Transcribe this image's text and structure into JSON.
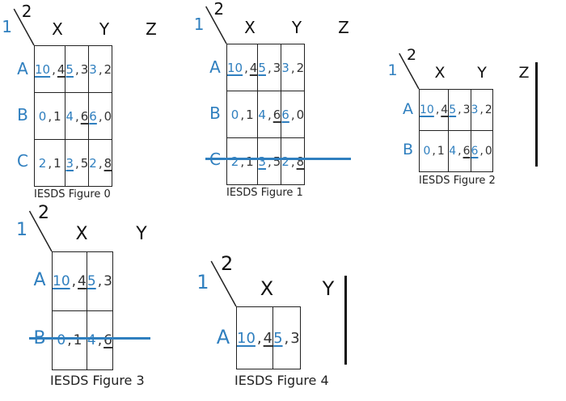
{
  "player1_label": "1",
  "player2_label": "2",
  "figures": [
    {
      "caption": "IESDS Figure 0",
      "cols": [
        "X",
        "Y",
        "Z"
      ],
      "rows": [
        "A",
        "B",
        "C"
      ],
      "cells": [
        [
          {
            "p1": "10",
            "p2": "4",
            "u1": true,
            "u2": true
          },
          {
            "p1": "5",
            "p2": "3",
            "u1": true,
            "u2": false
          },
          {
            "p1": "3",
            "p2": "2",
            "u1": false,
            "u2": false
          }
        ],
        [
          {
            "p1": "0",
            "p2": "1",
            "u1": false,
            "u2": false
          },
          {
            "p1": "4",
            "p2": "6",
            "u1": false,
            "u2": true
          },
          {
            "p1": "6",
            "p2": "0",
            "u1": true,
            "u2": false
          }
        ],
        [
          {
            "p1": "2",
            "p2": "1",
            "u1": false,
            "u2": false
          },
          {
            "p1": "3",
            "p2": "5",
            "u1": true,
            "u2": false
          },
          {
            "p1": "2",
            "p2": "8",
            "u1": false,
            "u2": true
          }
        ]
      ]
    },
    {
      "caption": "IESDS Figure 1",
      "cols": [
        "X",
        "Y",
        "Z"
      ],
      "rows": [
        "A",
        "B",
        "C"
      ],
      "cells": [
        [
          {
            "p1": "10",
            "p2": "4",
            "u1": true,
            "u2": true
          },
          {
            "p1": "5",
            "p2": "3",
            "u1": true,
            "u2": false
          },
          {
            "p1": "3",
            "p2": "2",
            "u1": false,
            "u2": false
          }
        ],
        [
          {
            "p1": "0",
            "p2": "1",
            "u1": false,
            "u2": false
          },
          {
            "p1": "4",
            "p2": "6",
            "u1": false,
            "u2": true
          },
          {
            "p1": "6",
            "p2": "0",
            "u1": true,
            "u2": false
          }
        ],
        [
          {
            "p1": "2",
            "p2": "1",
            "u1": false,
            "u2": false
          },
          {
            "p1": "3",
            "p2": "5",
            "u1": true,
            "u2": false
          },
          {
            "p1": "2",
            "p2": "8",
            "u1": false,
            "u2": true
          }
        ]
      ],
      "struck_row": "C"
    },
    {
      "caption": "IESDS Figure 2",
      "cols": [
        "X",
        "Y",
        "Z"
      ],
      "rows": [
        "A",
        "B"
      ],
      "cells": [
        [
          {
            "p1": "10",
            "p2": "4",
            "u1": true,
            "u2": true
          },
          {
            "p1": "5",
            "p2": "3",
            "u1": true,
            "u2": false
          },
          {
            "p1": "3",
            "p2": "2",
            "u1": false,
            "u2": false
          }
        ],
        [
          {
            "p1": "0",
            "p2": "1",
            "u1": false,
            "u2": false
          },
          {
            "p1": "4",
            "p2": "6",
            "u1": false,
            "u2": true
          },
          {
            "p1": "6",
            "p2": "0",
            "u1": true,
            "u2": false
          }
        ]
      ],
      "struck_col": "Z"
    },
    {
      "caption": "IESDS Figure 3",
      "cols": [
        "X",
        "Y"
      ],
      "rows": [
        "A",
        "B"
      ],
      "cells": [
        [
          {
            "p1": "10",
            "p2": "4",
            "u1": true,
            "u2": true
          },
          {
            "p1": "5",
            "p2": "3",
            "u1": true,
            "u2": false
          }
        ],
        [
          {
            "p1": "0",
            "p2": "1",
            "u1": false,
            "u2": false
          },
          {
            "p1": "4",
            "p2": "6",
            "u1": false,
            "u2": true
          }
        ]
      ],
      "struck_row": "B"
    },
    {
      "caption": "IESDS Figure 4",
      "cols": [
        "X",
        "Y"
      ],
      "rows": [
        "A"
      ],
      "cells": [
        [
          {
            "p1": "10",
            "p2": "4",
            "u1": true,
            "u2": true
          },
          {
            "p1": "5",
            "p2": "3",
            "u1": true,
            "u2": false
          }
        ]
      ],
      "struck_col": "Y"
    }
  ],
  "colors": {
    "player1": "#2f7fbf",
    "player2": "#333333",
    "strike_row": "#2f7fbf",
    "strike_col": "#111111"
  }
}
